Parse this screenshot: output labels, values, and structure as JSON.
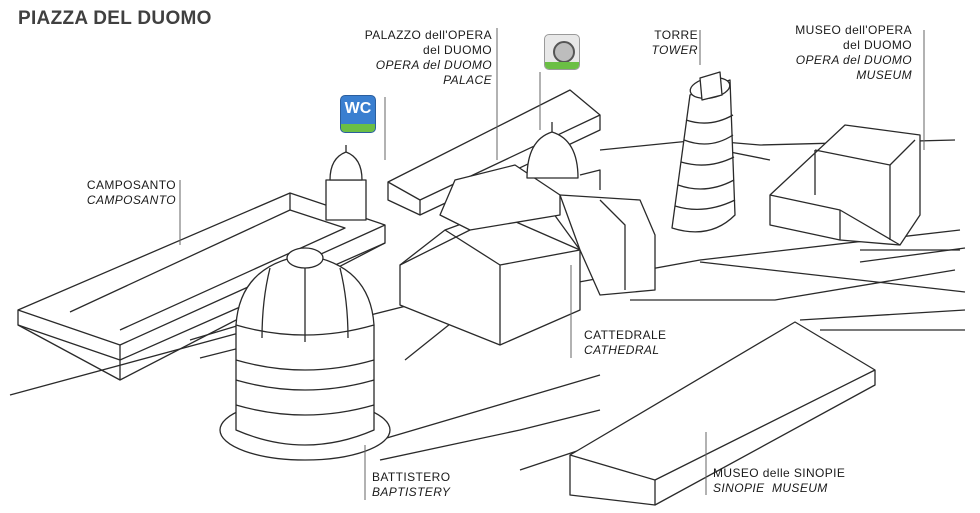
{
  "title": "PIAZZA DEL DUOMO",
  "labels": {
    "palazzo": {
      "l1": "PALAZZO dell'OPERA",
      "l2": "del DUOMO",
      "l3": "OPERA del DUOMO",
      "l4": "PALACE"
    },
    "torre": {
      "l1": "TORRE",
      "l2": "TOWER"
    },
    "museo_opera": {
      "l1": "MUSEO dell'OPERA",
      "l2": "del DUOMO",
      "l3": "OPERA del DUOMO",
      "l4": "MUSEUM"
    },
    "camposanto": {
      "l1": "CAMPOSANTO",
      "l2": "CAMPOSANTO"
    },
    "cattedrale": {
      "l1": "CATTEDRALE",
      "l2": "CATHEDRAL"
    },
    "battistero": {
      "l1": "BATTISTERO",
      "l2": "BAPTISTERY"
    },
    "sinopie": {
      "l1": "MUSEO delle SINOPIE",
      "l2": "SINOPIE  MUSEUM"
    }
  },
  "icons": {
    "wc": {
      "name": "wc-icon",
      "text": "WC"
    },
    "camera": {
      "name": "camera-icon"
    }
  },
  "colors": {
    "line": "#2a2a2a",
    "wc_blue": "#3a7fd0",
    "accent_green": "#6bbf45"
  }
}
